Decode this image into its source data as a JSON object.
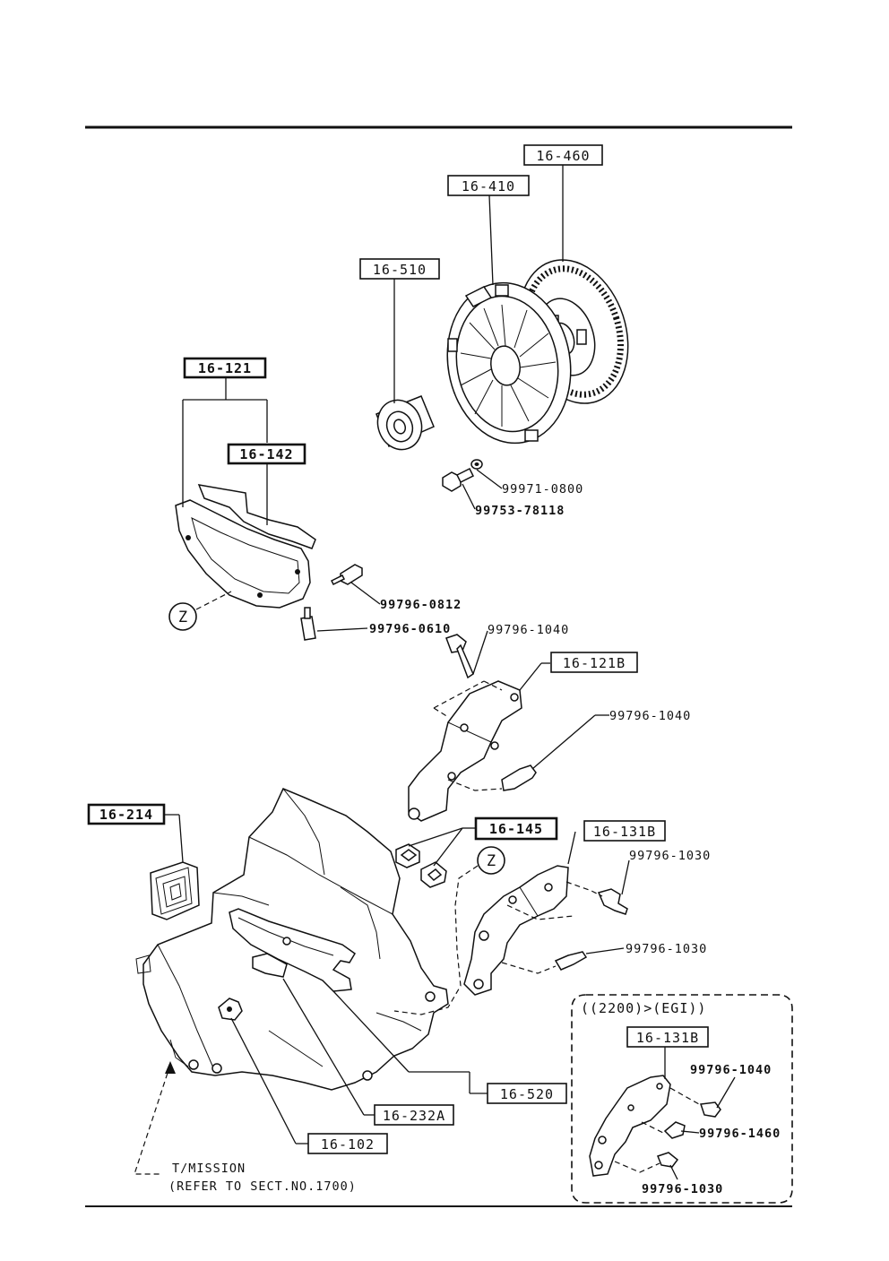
{
  "callouts": {
    "p16_460": "16-460",
    "p16_410": "16-410",
    "p16_510": "16-510",
    "p16_121": "16-121",
    "p16_142": "16-142",
    "p16_121B": "16-121B",
    "p16_214": "16-214",
    "p16_145": "16-145",
    "p16_131B": "16-131B",
    "p16_520": "16-520",
    "p16_232A": "16-232A",
    "p16_102": "16-102",
    "inset_16_131B": "16-131B"
  },
  "hardware": {
    "h99971_0800": "99971-0800",
    "h99753_78118": "99753-78118",
    "h99796_0812": "99796-0812",
    "h99796_0610": "99796-0610",
    "h99796_1040_top": "99796-1040",
    "h99796_1040_mid": "99796-1040",
    "h99796_1030_a": "99796-1030",
    "h99796_1030_b": "99796-1030",
    "inset_1040": "99796-1040",
    "inset_1460": "99796-1460",
    "inset_1030": "99796-1030"
  },
  "markers": {
    "z": "Z"
  },
  "inset": {
    "title": "((2200)>(EGI))"
  },
  "transmission": {
    "line1": "T/MISSION",
    "line2": "(REFER TO SECT.NO.1700)"
  }
}
